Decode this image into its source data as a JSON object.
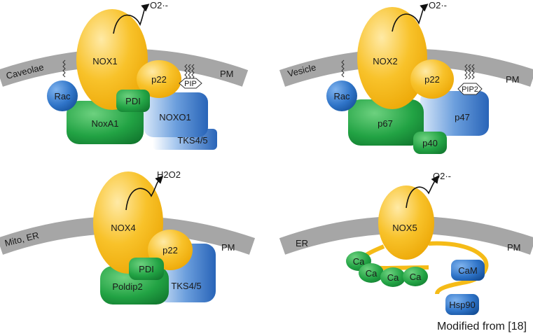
{
  "panels": [
    {
      "id": "nox1",
      "membrane_left": "Caveolae",
      "membrane_right": "PM",
      "enzyme": "NOX1",
      "product": "O2·-",
      "components": {
        "rac": "Rac",
        "p22": "p22",
        "pdi": "PDI",
        "activator": "NoxA1",
        "organizer": "NOXO1",
        "tks": "TKS4/5",
        "lipid": "PIP"
      }
    },
    {
      "id": "nox2",
      "membrane_left": "Vesicle",
      "membrane_right": "PM",
      "enzyme": "NOX2",
      "product": "O2·-",
      "components": {
        "rac": "Rac",
        "p22": "p22",
        "activator": "p67",
        "organizer": "p47",
        "p40": "p40",
        "lipid": "PIP2"
      }
    },
    {
      "id": "nox4",
      "membrane_left": "Mito, ER",
      "membrane_right": "PM",
      "enzyme": "NOX4",
      "product": "H2O2",
      "components": {
        "p22": "p22",
        "pdi": "PDI",
        "poldip": "Poldip2",
        "tks": "TKS4/5"
      }
    },
    {
      "id": "nox5",
      "membrane_left": "ER",
      "membrane_right": "PM",
      "enzyme": "NOX5",
      "product": "O2·-",
      "components": {
        "ca": [
          "Ca",
          "Ca",
          "Ca",
          "Ca"
        ],
        "cam": "CaM",
        "hsp90": "Hsp90"
      }
    }
  ],
  "credit": "Modified from [18]",
  "colors": {
    "enzyme": "#f5bb17",
    "green": "#1d9a3f",
    "blue": "#2b6fc0",
    "membrane": "#a6a6a6"
  }
}
